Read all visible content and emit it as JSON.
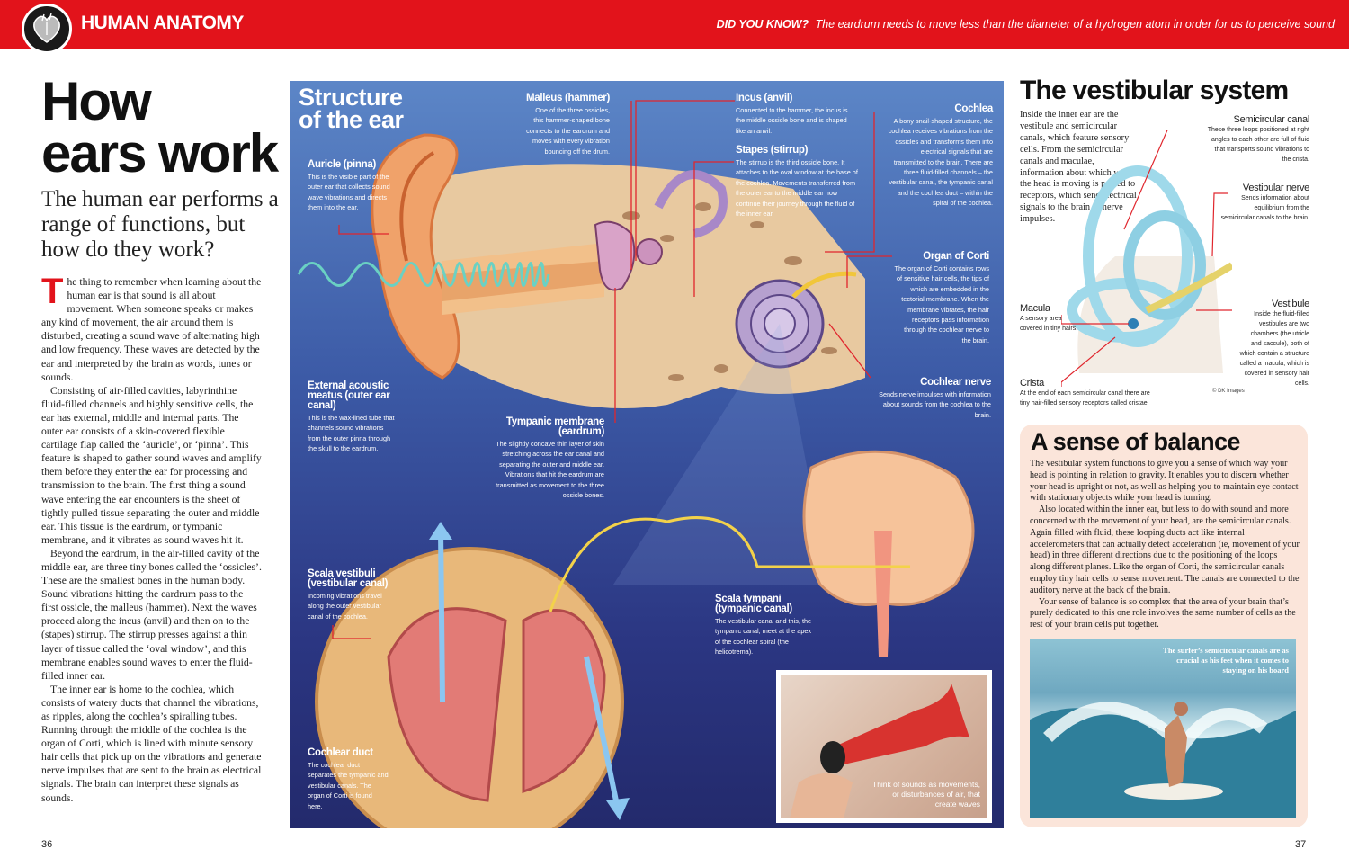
{
  "header": {
    "section": "HUMAN ANATOMY",
    "did_you_know_label": "DID YOU KNOW?",
    "did_you_know_text": "The eardrum needs to move less than the diameter of a hydrogen atom in order for us to perceive sound",
    "colors": {
      "brand_red": "#e2131b"
    },
    "logo_icon": "heart-anatomy-icon"
  },
  "left": {
    "title_line1": "How",
    "title_line2": "ears work",
    "subtitle": "The human ear performs a range of functions, but how do they work?",
    "dropcap": "T",
    "paragraphs": [
      "he thing to remember when learning about the human ear is that sound is all about movement. When someone speaks or makes any kind of movement, the air around them is disturbed, creating a sound wave of alternating high and low frequency. These waves are detected by the ear and interpreted by the brain as words, tunes or sounds.",
      "Consisting of air-filled cavities, labyrinthine fluid-filled channels and highly sensitive cells, the ear has external, middle and internal parts. The outer ear consists of a skin-covered flexible cartilage flap called the ‘auricle’, or ‘pinna’. This feature is shaped to gather sound waves and amplify them before they enter the ear for processing and transmission to the brain. The first thing a sound wave entering the ear encounters is the sheet of tightly pulled tissue separating the outer and middle ear. This tissue is the eardrum, or tympanic membrane, and it vibrates as sound waves hit it.",
      "Beyond the eardrum, in the air-filled cavity of the middle ear, are three tiny bones called the ‘ossicles’. These are the smallest bones in the human body. Sound vibrations hitting the eardrum pass to the first ossicle, the malleus (hammer). Next the waves proceed along the incus (anvil) and then on to the (stapes) stirrup. The stirrup presses against a thin layer of tissue called the ‘oval window’, and this membrane enables sound waves to enter the fluid-filled inner ear.",
      "The inner ear is home to the cochlea, which consists of watery ducts that channel the vibrations, as ripples, along the cochlea’s spiralling tubes. Running through the middle of the cochlea is the organ of Corti, which is lined with minute sensory hair cells that pick up on the vibrations and generate nerve impulses that are sent to the brain as electrical signals. The brain can interpret these signals as sounds."
    ],
    "page_number": "36"
  },
  "diagram": {
    "title_line1": "Structure",
    "title_line2": "of the ear",
    "labels": {
      "auricle": {
        "head": "Auricle (pinna)",
        "desc": "This is the visible part of the outer ear that collects sound wave vibrations and directs them into the ear."
      },
      "malleus": {
        "head": "Malleus (hammer)",
        "desc": "One of the three ossicles, this hammer-shaped bone connects to the eardrum and moves with every vibration bouncing off the drum."
      },
      "incus": {
        "head": "Incus (anvil)",
        "desc": "Connected to the hammer, the incus is the middle ossicle bone and is shaped like an anvil."
      },
      "stapes": {
        "head": "Stapes (stirrup)",
        "desc": "The stirrup is the third ossicle bone. It attaches to the oval window at the base of the cochlea. Movements transferred from the outer ear to the middle ear now continue their journey through the fluid of the inner ear."
      },
      "cochlea": {
        "head": "Cochlea",
        "desc": "A bony snail-shaped structure, the cochlea receives vibrations from the ossicles and transforms them into electrical signals that are transmitted to the brain. There are three fluid-filled channels – the vestibular canal, the tympanic canal and the cochlea duct – within the spiral of the cochlea."
      },
      "organ_corti": {
        "head": "Organ of Corti",
        "desc": "The organ of Corti contains rows of sensitive hair cells, the tips of which are embedded in the tectorial membrane. When the membrane vibrates, the hair receptors pass information through the cochlear nerve to the brain."
      },
      "meatus": {
        "head": "External acoustic meatus (outer ear canal)",
        "desc": "This is the wax-lined tube that channels sound vibrations from the outer pinna through the skull to the eardrum."
      },
      "tympanic": {
        "head": "Tympanic membrane (eardrum)",
        "desc": "The slightly concave thin layer of skin stretching across the ear canal and separating the outer and middle ear. Vibrations that hit the eardrum are transmitted as movement to the three ossicle bones."
      },
      "cochlear_nerve": {
        "head": "Cochlear nerve",
        "desc": "Sends nerve impulses with information about sounds from the cochlea to the brain."
      },
      "scala_vestibuli": {
        "head": "Scala vestibuli (vestibular canal)",
        "desc": "Incoming vibrations travel along the outer vestibular canal of the cochlea."
      },
      "scala_tympani": {
        "head": "Scala tympani (tympanic canal)",
        "desc": "The vestibular canal and this, the tympanic canal, meet at the apex of the cochlear spiral (the helicotrema)."
      },
      "cochlear_duct": {
        "head": "Cochlear duct",
        "desc": "The cochlear duct separates the tympanic and vestibular canals. The organ of Corti is found here."
      }
    },
    "photo_caption": "Think of sounds as movements, or disturbances of air, that create waves"
  },
  "right": {
    "vest_title": "The vestibular system",
    "vest_intro": "Inside the inner ear are the vestibule and semicircular canals, which feature sensory cells. From the semicircular canals and maculae, information about which way the head is moving is passed to receptors, which send electrical signals to the brain as nerve impulses.",
    "labels": {
      "semicircular": {
        "head": "Semicircular canal",
        "desc": "These three loops positioned at right angles to each other are full of fluid that transports sound vibrations to the crista."
      },
      "vest_nerve": {
        "head": "Vestibular nerve",
        "desc": "Sends information about equilibrium from the semicircular canals to the brain."
      },
      "macula": {
        "head": "Macula",
        "desc": "A sensory area covered in tiny hairs."
      },
      "vestibule": {
        "head": "Vestibule",
        "desc": "Inside the fluid-filled vestibules are two chambers (the utricle and saccule), both of which contain a structure called a macula, which is covered in sensory hair cells."
      },
      "crista": {
        "head": "Crista",
        "desc": "At the end of each semicircular canal there are tiny hair-filled sensory receptors called cristae."
      }
    },
    "credit": "© DK Images",
    "balance_title": "A sense of balance",
    "balance_paragraphs": [
      "The vestibular system functions to give you a sense of which way your head is pointing in relation to gravity. It enables you to discern whether your head is upright or not, as well as helping you to maintain eye contact with stationary objects while your head is turning.",
      "Also located within the inner ear, but less to do with sound and more concerned with the movement of your head, are the semicircular canals. Again filled with fluid, these looping ducts act like internal accelerometers that can actually detect acceleration (ie, movement of your head) in three different directions due to the positioning of the loops along different planes. Like the organ of Corti, the semicircular canals employ tiny hair cells to sense movement. The canals are connected to the auditory nerve at the back of the brain.",
      "Your sense of balance is so complex that the area of your brain that’s purely dedicated to this one role involves the same number of cells as the rest of your brain cells put together."
    ],
    "surf_caption": "The surfer’s semicircular canals are as crucial as his feet when it comes to staying on his board",
    "page_number": "37"
  }
}
